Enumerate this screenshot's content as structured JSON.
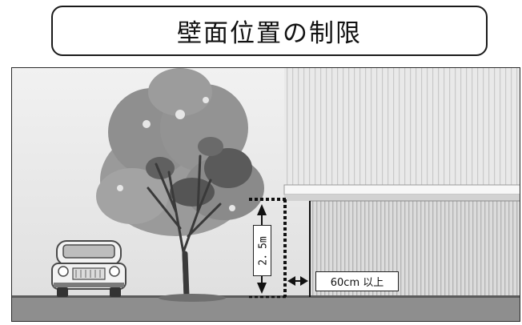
{
  "title": "壁面位置の制限",
  "dimensions": {
    "height_label": "2．5m",
    "setback_label": "60cm 以上"
  },
  "colors": {
    "sky": "#ececec",
    "ground": "#8e8e8e",
    "building_wall": "#e8e8e8",
    "canopy": "#f4f4f4",
    "tree_light": "#9a9a9a",
    "tree_dark": "#555555",
    "dim_line": "#111111"
  },
  "icons": [
    "tree-icon",
    "car-icon",
    "building-icon",
    "arrow-up-icon",
    "arrow-down-icon",
    "arrow-left-right-icon"
  ]
}
